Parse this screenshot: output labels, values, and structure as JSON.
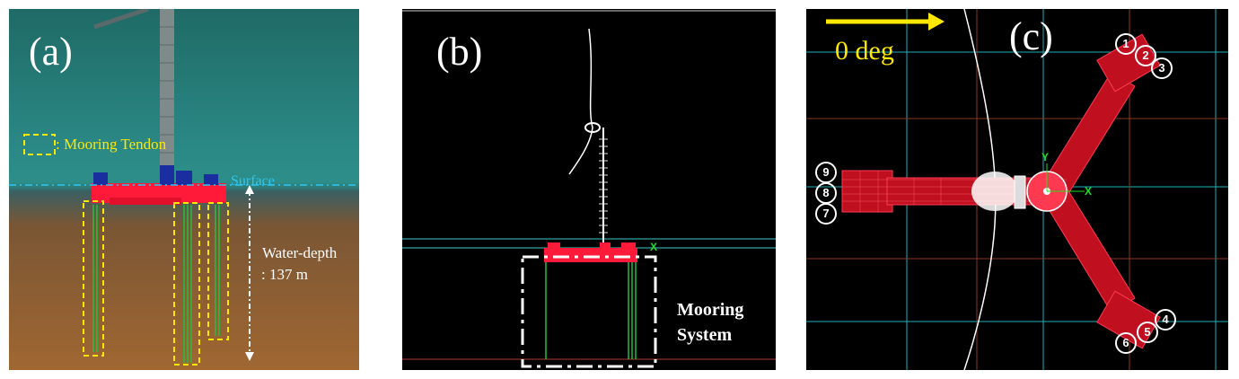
{
  "panel_a": {
    "letter": "(a)",
    "legend_label": ": Mooring Tendon",
    "surface_label": "Surface",
    "depth_label_line1": "Water-depth",
    "depth_label_line2": ": 137 m"
  },
  "panel_b": {
    "letter": "(b)",
    "mooring_line1": "Mooring",
    "mooring_line2": "System",
    "axis_x": "X"
  },
  "panel_c": {
    "letter": "(c)",
    "direction_label": "0 deg",
    "axis_x": "X",
    "axis_y": "Y",
    "markers": [
      "1",
      "2",
      "3",
      "4",
      "5",
      "6",
      "7",
      "8",
      "9"
    ]
  },
  "colors": {
    "legend_yellow": "#ffe800",
    "surface_cyan": "#2ec6f0",
    "structure_red": "#ff1a3a",
    "tendon_green": "#20c040",
    "pontoon_blue": "#1a2ea0"
  }
}
